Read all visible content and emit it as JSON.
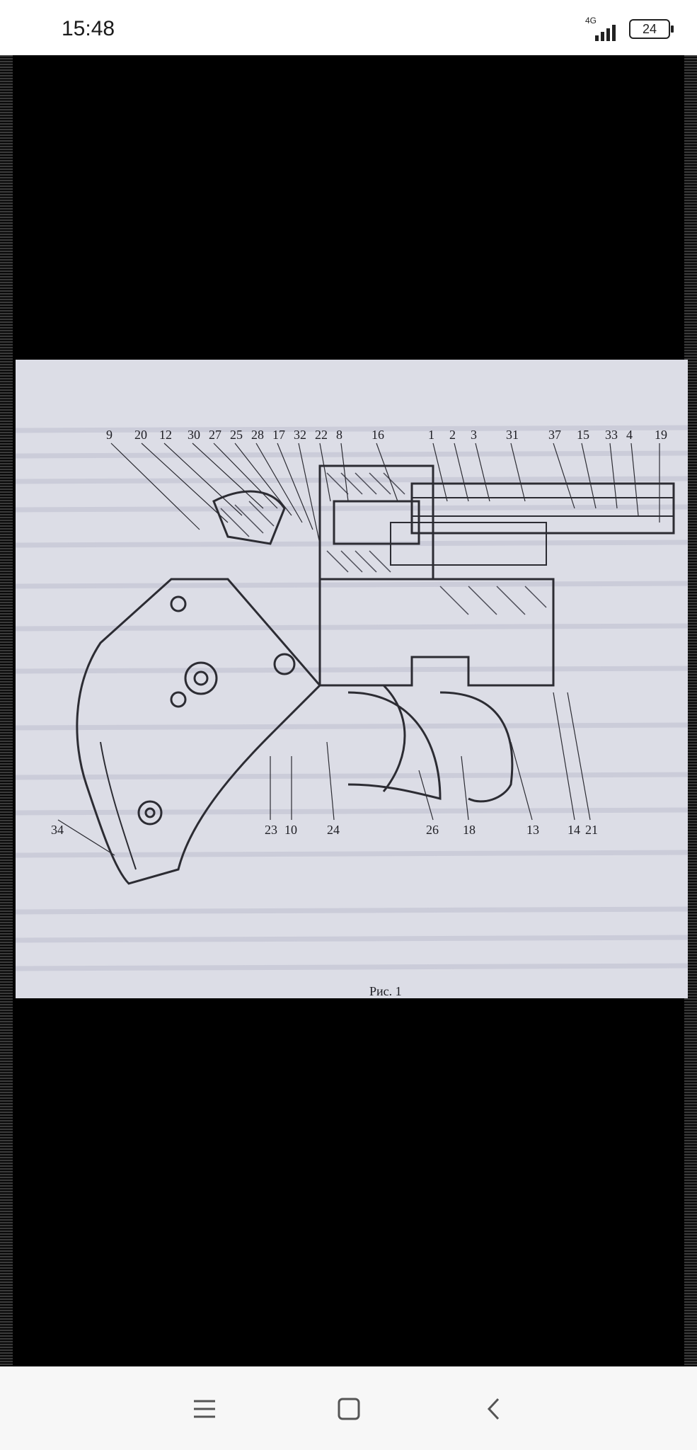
{
  "status_bar": {
    "time": "15:48",
    "network": "4G",
    "battery": "24",
    "icons": [
      "signal-icon",
      "battery-icon"
    ]
  },
  "image": {
    "description_icon": "technical-drawing",
    "callouts_top": [
      "9",
      "20",
      "12",
      "30",
      "27",
      "25",
      "28",
      "17",
      "32",
      "22",
      "8",
      "16",
      "1",
      "2",
      "3",
      "31",
      "37",
      "15",
      "33",
      "4",
      "19"
    ],
    "callouts_bottom": [
      "34",
      "23",
      "10",
      "24",
      "26",
      "18",
      "13",
      "14",
      "21"
    ],
    "caption": "Рис. 1"
  },
  "nav_bar": {
    "icons": [
      "menu-icon",
      "home-icon",
      "back-icon"
    ]
  }
}
